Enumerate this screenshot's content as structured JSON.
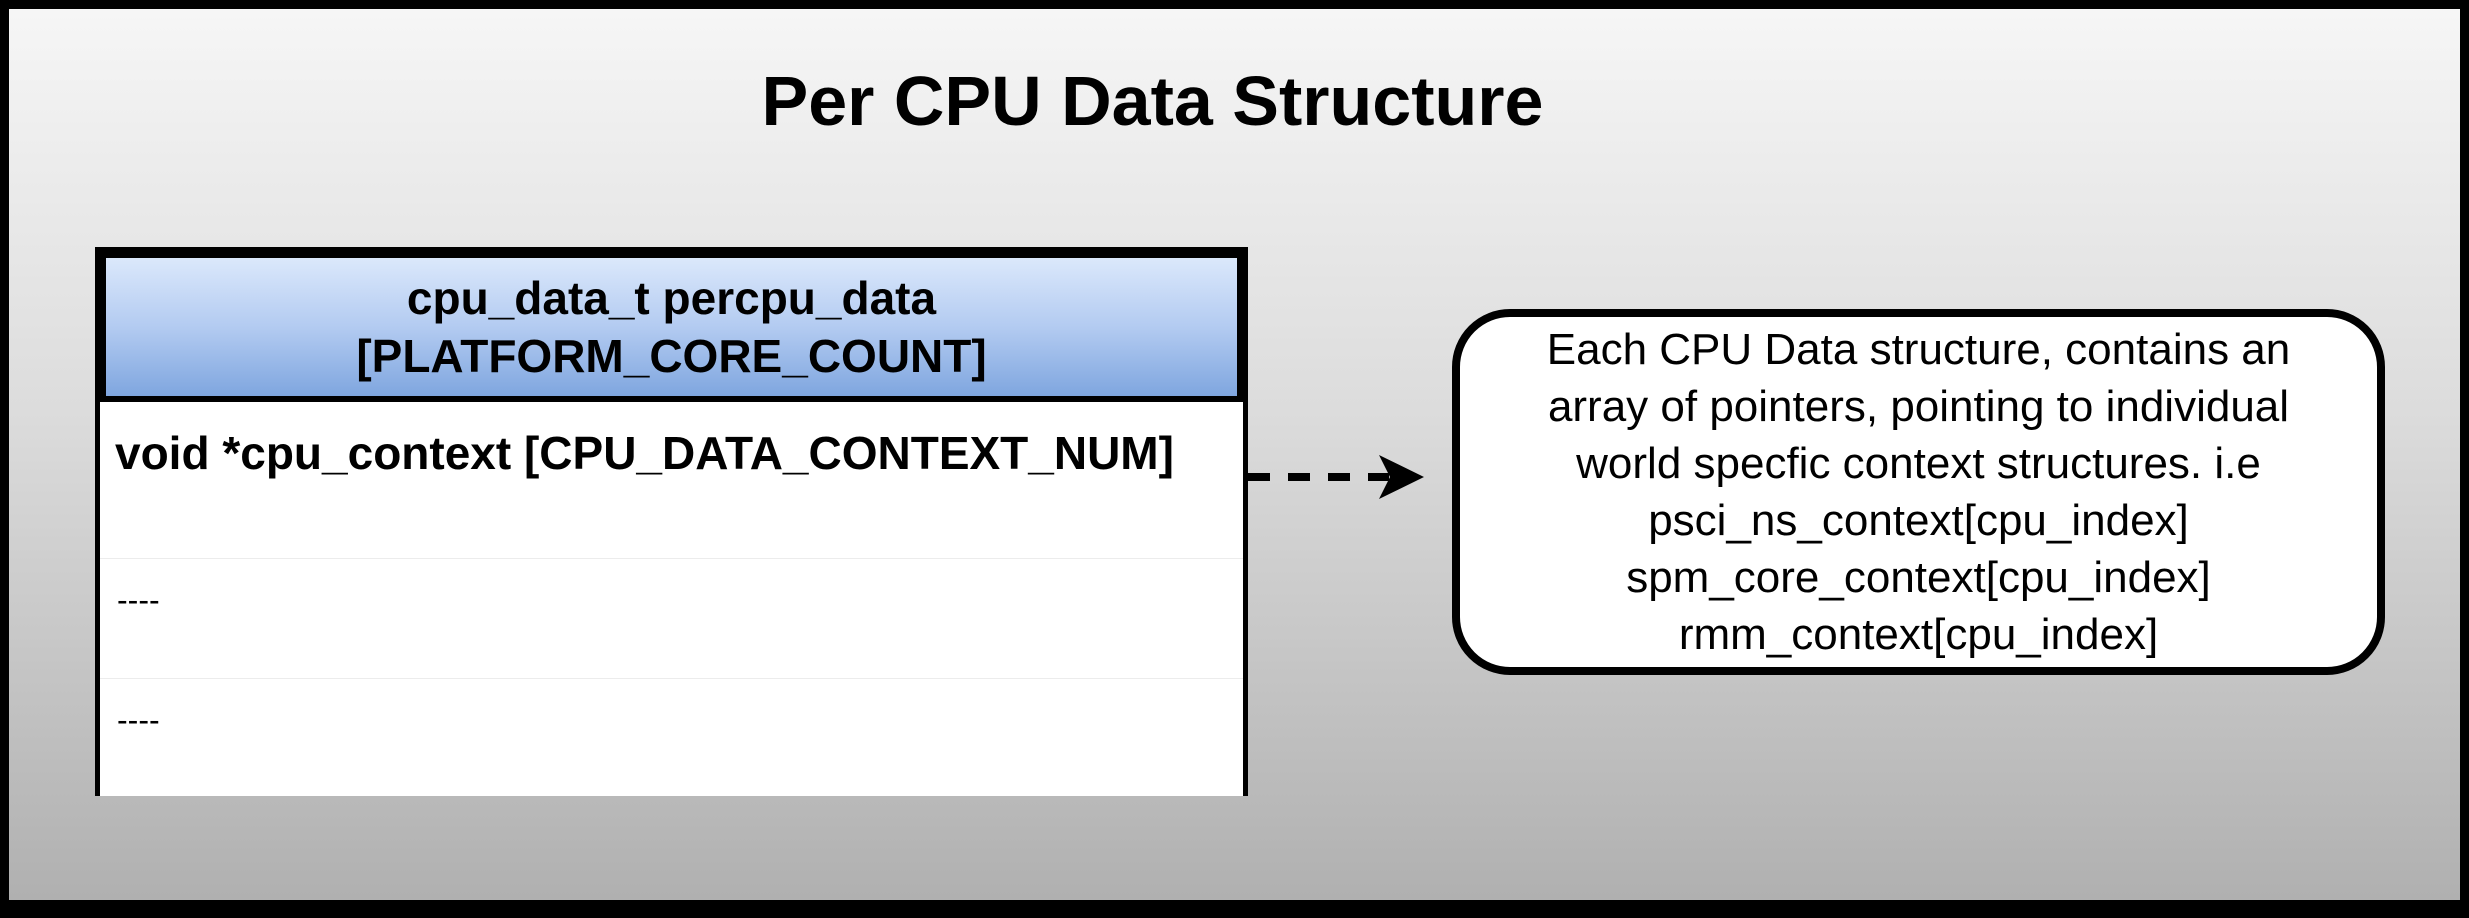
{
  "diagram": {
    "title": "Per CPU Data Structure",
    "struct": {
      "header_line1": "cpu_data_t percpu_data",
      "header_line2": "[PLATFORM_CORE_COUNT]",
      "fields": [
        "void *cpu_context [CPU_DATA_CONTEXT_NUM]",
        "----",
        "----"
      ]
    },
    "note": {
      "lines": [
        "Each CPU Data structure, contains an",
        "array of pointers, pointing to individual",
        "world specfic context structures. i.e",
        "psci_ns_context[cpu_index]",
        "spm_core_context[cpu_index]",
        "rmm_context[cpu_index]"
      ]
    },
    "colors": {
      "header_top": "#dbe8fb",
      "header_bottom": "#7fa6df",
      "background_top": "#f6f6f6",
      "background_bottom": "#b0b0b0"
    }
  }
}
